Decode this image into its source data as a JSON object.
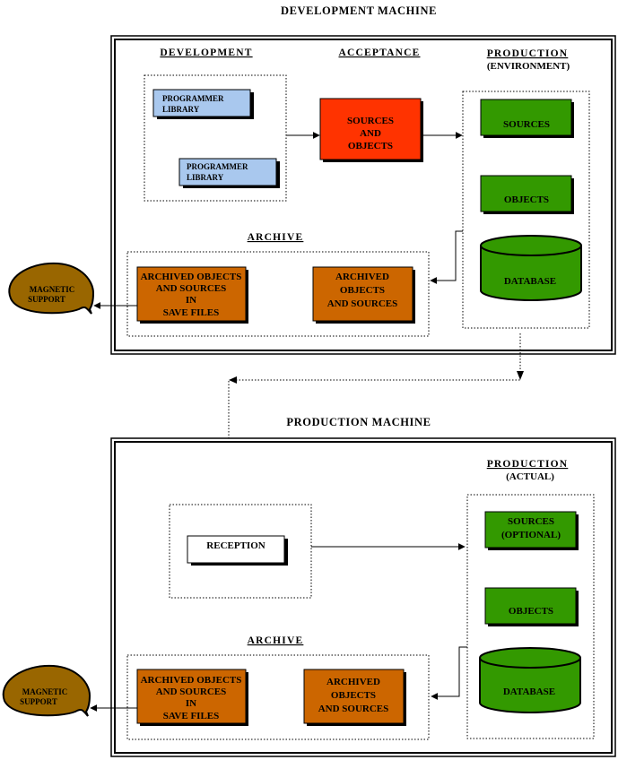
{
  "titles": {
    "development_machine": "DEVELOPMENT MACHINE",
    "production_machine": "PRODUCTION MACHINE"
  },
  "dev": {
    "development": "DEVELOPMENT",
    "acceptance": "ACCEPTANCE",
    "production": "PRODUCTION",
    "environment": "(ENVIRONMENT)",
    "archive": "ARCHIVE",
    "programmer_library_1": [
      "PROGRAMMER",
      "LIBRARY"
    ],
    "programmer_library_2": [
      "PROGRAMMER",
      "LIBRARY"
    ],
    "sources_objects": [
      "SOURCES",
      "AND",
      "OBJECTS"
    ],
    "sources": "SOURCES",
    "objects": "OBJECTS",
    "database": "DATABASE",
    "archived_save": [
      "ARCHIVED OBJECTS",
      "AND SOURCES",
      "IN",
      "SAVE FILES"
    ],
    "archived": [
      "ARCHIVED",
      "OBJECTS",
      "AND SOURCES"
    ],
    "magnetic": [
      "MAGNETIC",
      "SUPPORT"
    ]
  },
  "prod": {
    "production": "PRODUCTION",
    "actual": "(ACTUAL)",
    "archive": "ARCHIVE",
    "reception": "RECEPTION",
    "sources_optional": [
      "SOURCES",
      "(OPTIONAL)"
    ],
    "objects": "OBJECTS",
    "database": "DATABASE",
    "archived_save": [
      "ARCHIVED OBJECTS",
      "AND SOURCES",
      "IN",
      "SAVE FILES"
    ],
    "archived": [
      "ARCHIVED",
      "OBJECTS",
      "AND SOURCES"
    ],
    "magnetic": [
      "MAGNETIC",
      "SUPPORT"
    ]
  },
  "colors": {
    "library_blue": "#a9c8ee",
    "acceptance_red": "#ff3300",
    "production_green": "#339900",
    "archive_orange": "#cc6600",
    "magnetic_brown": "#996600"
  }
}
